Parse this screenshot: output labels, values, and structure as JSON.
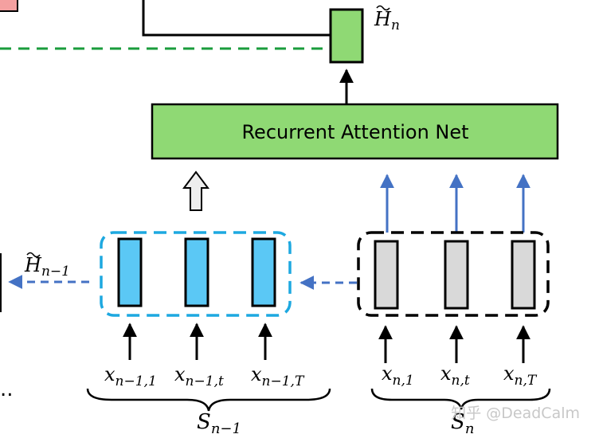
{
  "rnn_box": {
    "label": "Recurrent Attention Net",
    "color": "#8fd974"
  },
  "h_n": {
    "base": "H",
    "sub": "n"
  },
  "h_prev": {
    "base": "H",
    "sub": "n−1"
  },
  "prev_segment_inputs": [
    {
      "base": "x",
      "sub": "n−1,1"
    },
    {
      "base": "x",
      "sub": "n−1,t"
    },
    {
      "base": "x",
      "sub": "n−1,T"
    }
  ],
  "curr_segment_inputs": [
    {
      "base": "x",
      "sub": "n,1"
    },
    {
      "base": "x",
      "sub": "n,t"
    },
    {
      "base": "x",
      "sub": "n,T"
    }
  ],
  "s_prev": {
    "base": "S",
    "sub": "n−1"
  },
  "s_curr": {
    "base": "S",
    "sub": "n"
  },
  "ellipsis": "..",
  "watermark": "知乎 @DeadCalm",
  "colors": {
    "cache_cell": "#5bc8f5",
    "cache_border": "#1da8e0",
    "current_cell": "#d9d9d9",
    "arrow_blue": "#4472c4",
    "green_dash": "#1a9c3c",
    "red_corner": "#f4a0a0"
  }
}
